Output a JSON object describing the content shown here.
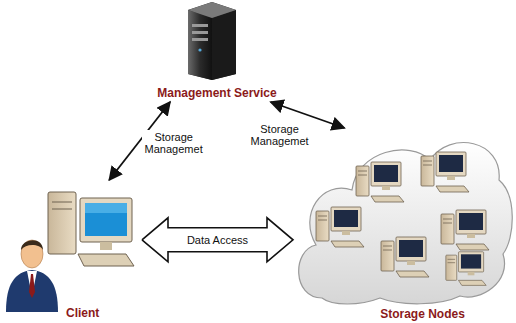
{
  "diagram": {
    "nodes": [
      {
        "text": [
          "Management Service"
        ]
      },
      {
        "text": [
          "Client"
        ]
      },
      {
        "text": [
          "Storage Nodes"
        ]
      }
    ],
    "edges": [
      {
        "from": 1,
        "to": 0,
        "arrow": "both",
        "label": "Storage Managemet"
      },
      {
        "from": 0,
        "to": 2,
        "arrow": "both",
        "label": "Storage Managemet"
      },
      {
        "from": 1,
        "to": 2,
        "arrow": "both",
        "label": "Data Access"
      }
    ]
  }
}
